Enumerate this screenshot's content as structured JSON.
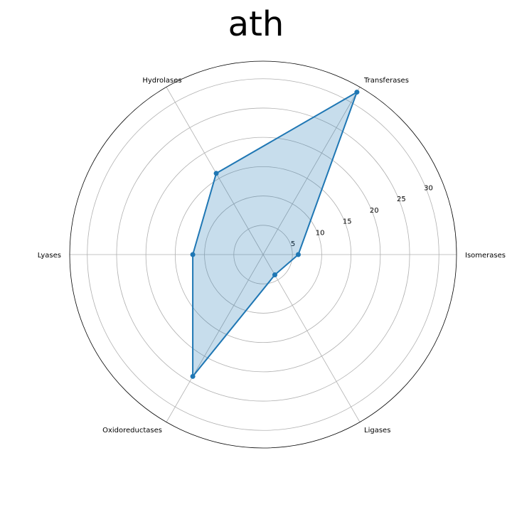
{
  "chart_data": {
    "type": "radar",
    "title": "ath",
    "categories": [
      "Isomerases",
      "Transferases",
      "Hydrolases",
      "Lyases",
      "Oxidoreductases",
      "Ligases"
    ],
    "series": [
      {
        "values": [
          6,
          32,
          16,
          12,
          24,
          4
        ]
      }
    ],
    "rlim": [
      0,
      33
    ],
    "r_ticks": [
      5,
      10,
      15,
      20,
      25,
      30
    ],
    "grid": true,
    "colors": {
      "line": "#1f77b4",
      "fill": "#1f77b4",
      "grid": "#b0b0b0",
      "outline": "#000000"
    }
  }
}
